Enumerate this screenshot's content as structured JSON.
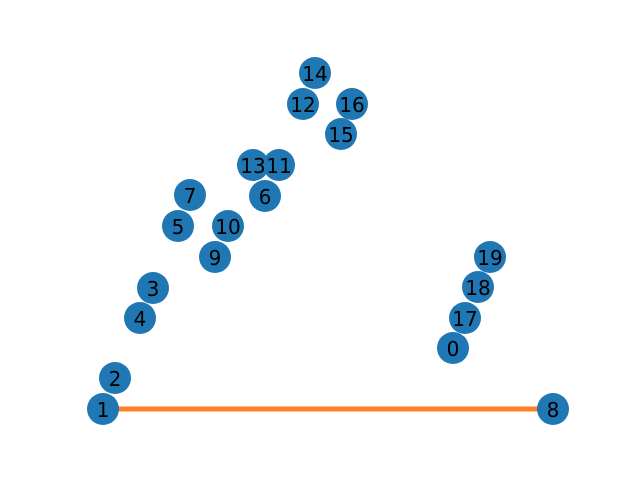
{
  "graph": {
    "node_color": "#1f77b4",
    "edge_color": "#ff7f2a",
    "label_color": "#000000",
    "nodes": [
      {
        "id": "0",
        "label": "0"
      },
      {
        "id": "1",
        "label": "1"
      },
      {
        "id": "2",
        "label": "2"
      },
      {
        "id": "3",
        "label": "3"
      },
      {
        "id": "4",
        "label": "4"
      },
      {
        "id": "5",
        "label": "5"
      },
      {
        "id": "6",
        "label": "6"
      },
      {
        "id": "7",
        "label": "7"
      },
      {
        "id": "8",
        "label": "8"
      },
      {
        "id": "9",
        "label": "9"
      },
      {
        "id": "10",
        "label": "10"
      },
      {
        "id": "11",
        "label": "11"
      },
      {
        "id": "12",
        "label": "12"
      },
      {
        "id": "13",
        "label": "13"
      },
      {
        "id": "14",
        "label": "14"
      },
      {
        "id": "15",
        "label": "15"
      },
      {
        "id": "16",
        "label": "16"
      },
      {
        "id": "17",
        "label": "17"
      },
      {
        "id": "18",
        "label": "18"
      },
      {
        "id": "19",
        "label": "19"
      }
    ],
    "edges": [
      {
        "source": "1",
        "target": "8"
      }
    ]
  }
}
